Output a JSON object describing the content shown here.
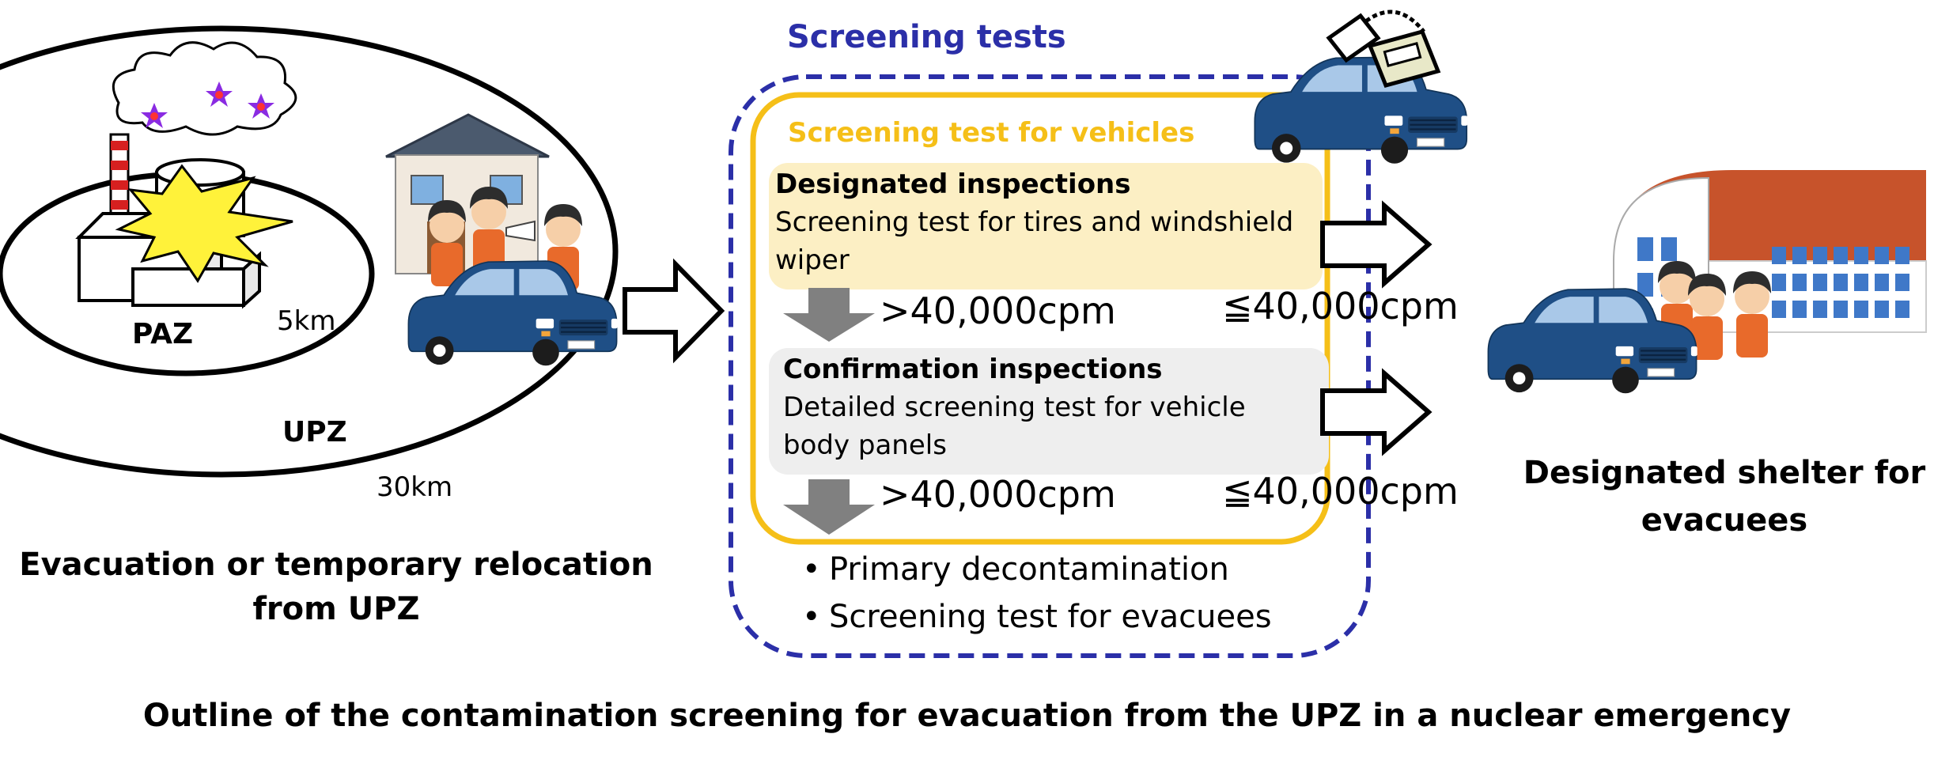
{
  "left": {
    "paz_label": "PAZ",
    "upz_label": "UPZ",
    "radius_5": "5km",
    "radius_30": "30km",
    "caption_line1": "Evacuation or temporary relocation",
    "caption_line2": "from UPZ"
  },
  "screening": {
    "title": "Screening tests",
    "vehicles_title": "Screening test for vehicles",
    "designated": {
      "title": "Designated inspections",
      "line1": "Screening test for tires and windshield",
      "line2": "wiper"
    },
    "confirmation": {
      "title": "Confirmation inspections",
      "line1": "Detailed screening test for vehicle",
      "line2": "body panels"
    },
    "above_1": ">40,000cpm",
    "above_2": ">40,000cpm",
    "below_1": "≦40,000cpm",
    "below_2": "≦40,000cpm",
    "bullets": [
      "Primary decontamination",
      "Screening test for evacuees"
    ]
  },
  "shelter": {
    "line1": "Designated shelter for",
    "line2": "evacuees"
  },
  "footer": "Outline of the contamination screening for evacuation from the UPZ in a nuclear emergency",
  "colors": {
    "screening_border": "#2b2fa8",
    "vehicle_box": "#f5bf18",
    "designated_fill": "#fcefc4",
    "confirmation_fill": "#eeeeee",
    "car": "#1f4f86",
    "down_arrow": "#808080",
    "shelter_roof": "#c7532b",
    "shelter_windows": "#3f78c8",
    "explosion": "#fff23a"
  }
}
